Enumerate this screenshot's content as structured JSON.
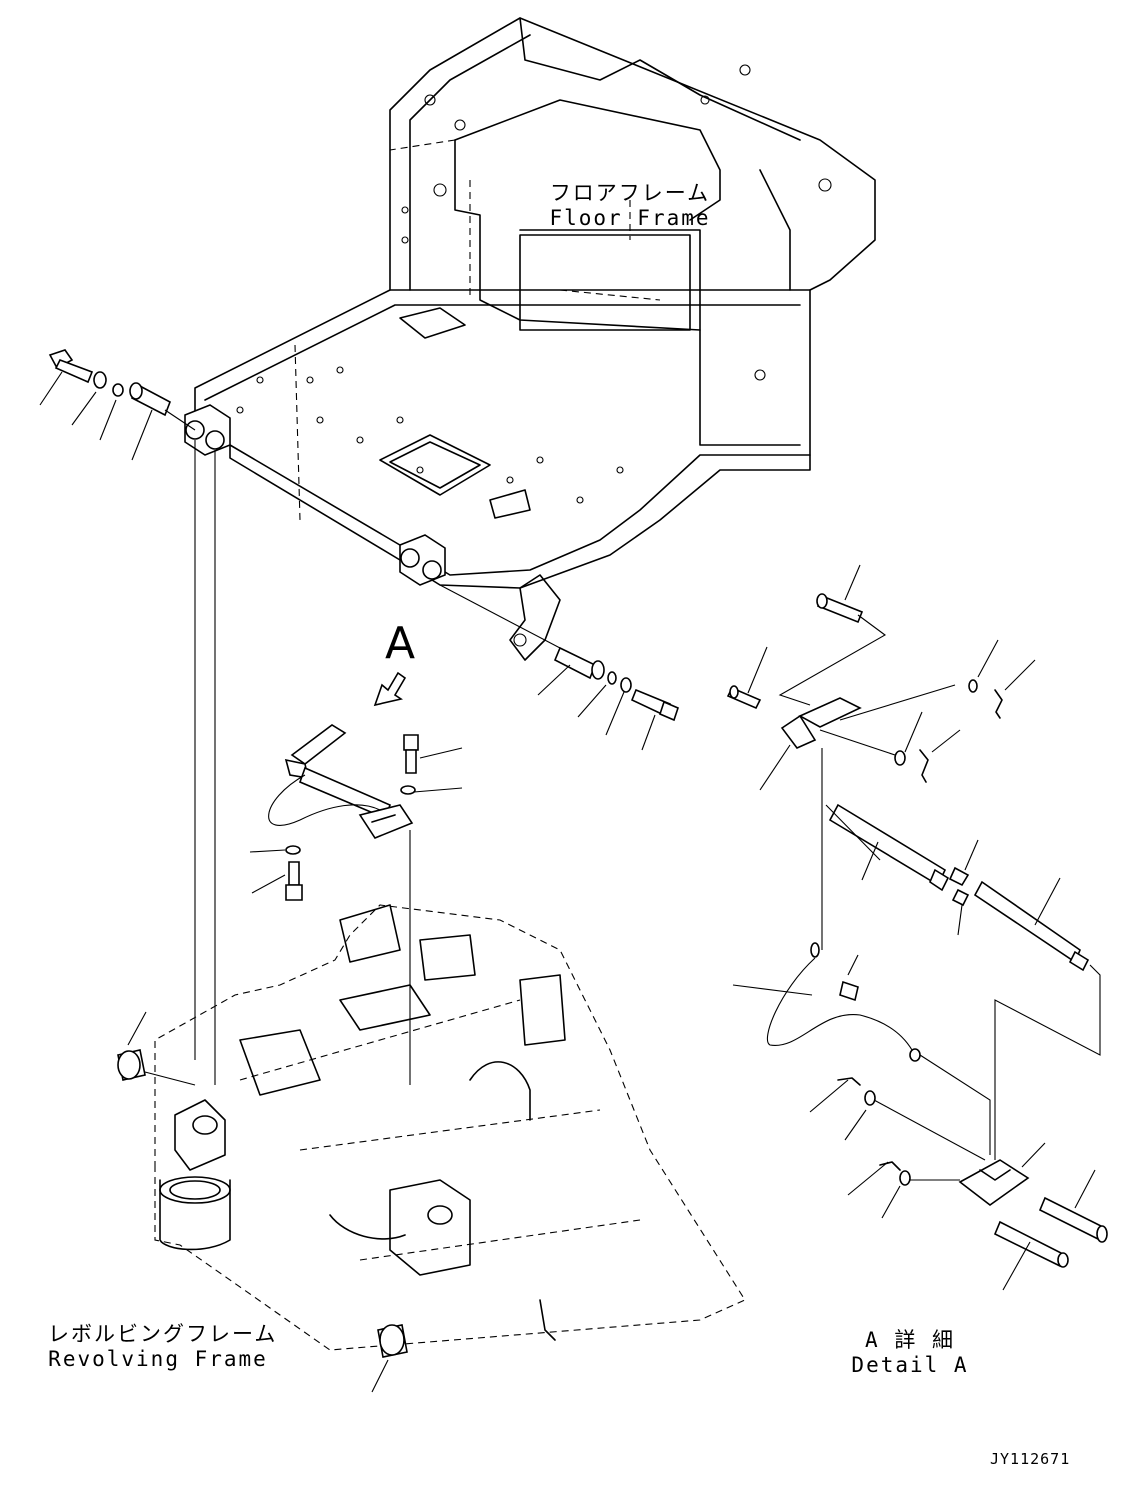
{
  "labels": {
    "floor_frame_ja": "フロアフレーム",
    "floor_frame_en": "Floor Frame",
    "revolving_frame_ja": "レボルビングフレーム",
    "revolving_frame_en": "Revolving Frame",
    "detail_ja": "A 詳 細",
    "detail_en": "Detail A",
    "view_marker": "A",
    "drawing_number": "JY112671"
  },
  "icons": {
    "view_arrow": "view-direction-arrow-icon"
  }
}
